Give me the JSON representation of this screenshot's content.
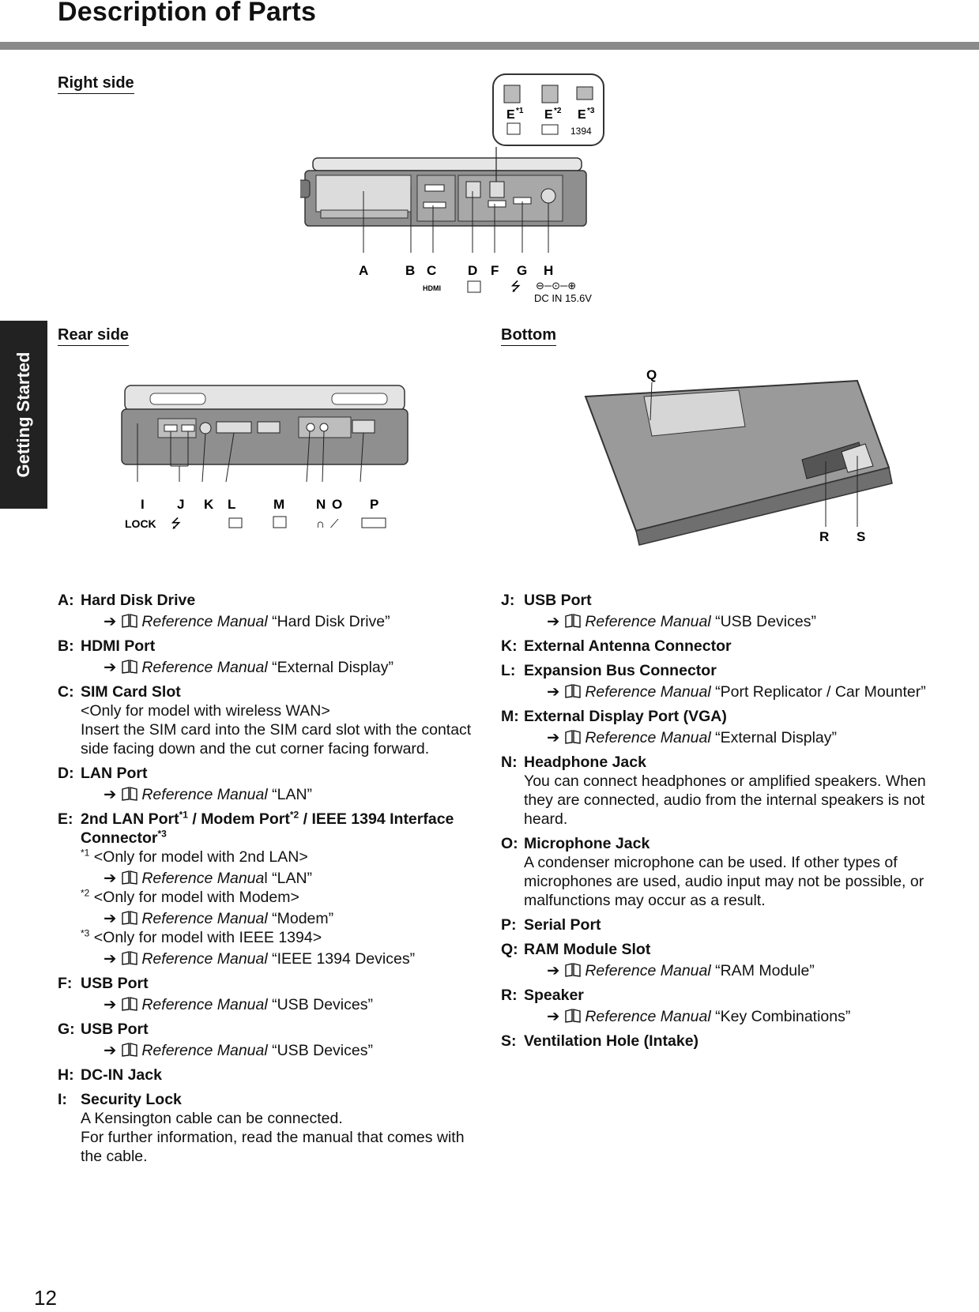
{
  "header": {
    "title": "Description of Parts",
    "side_tab": "Getting Started"
  },
  "page_number": "12",
  "sections": {
    "right_side": "Right side",
    "rear_side": "Rear side",
    "bottom": "Bottom"
  },
  "figures": {
    "right": {
      "callouts": [
        "A",
        "B",
        "C",
        "D",
        "F",
        "G",
        "H"
      ],
      "e1": "E",
      "e1_sup": "*1",
      "e2": "E",
      "e2_sup": "*2",
      "e3": "E",
      "e3_sup": "*3",
      "label_1394": "1394",
      "hdmi": "HDMI",
      "dcin": "DC IN 15.6V"
    },
    "rear": {
      "callouts": [
        "I",
        "J",
        "K",
        "L",
        "M",
        "N",
        "O",
        "P"
      ],
      "lock": "LOCK"
    },
    "bottom": {
      "callouts": [
        "Q",
        "R",
        "S"
      ]
    }
  },
  "ref_prefix": "Reference Manual",
  "ref_prefix_split": {
    "a": "Reference Manua",
    "b": "l"
  },
  "left_entries": {
    "A": {
      "letter": "A:",
      "title": "Hard Disk Drive",
      "ref": "“Hard Disk Drive”"
    },
    "B": {
      "letter": "B:",
      "title": "HDMI Port",
      "ref": "“External Display”"
    },
    "C": {
      "letter": "C:",
      "title": "SIM Card Slot",
      "body1": "<Only for model with wireless WAN>",
      "body2": "Insert the SIM card into the SIM card slot with the contact side facing down and the cut corner facing forward."
    },
    "D": {
      "letter": "D:",
      "title": "LAN Port",
      "ref": "“LAN”"
    },
    "E": {
      "letter": "E:",
      "title_a": "2nd LAN Port",
      "sup1": "*1",
      "title_b": " / Modem Port",
      "sup2": "*2",
      "title_c": " / IEEE 1394 Interface Connector",
      "sup3": "*3",
      "fn1_mark": "*1",
      "fn1": " <Only for model with 2nd LAN>",
      "ref1": "“LAN”",
      "fn2_mark": "*2",
      "fn2": " <Only for model with Modem>",
      "ref2": "“Modem”",
      "fn3_mark": "*3",
      "fn3": " <Only for model with IEEE 1394>",
      "ref3": "“IEEE 1394 Devices”"
    },
    "F": {
      "letter": "F:",
      "title": "USB Port",
      "ref": "“USB Devices”"
    },
    "G": {
      "letter": "G:",
      "title": "USB Port",
      "ref": "“USB Devices”"
    },
    "H": {
      "letter": "H:",
      "title": "DC-IN Jack"
    },
    "I": {
      "letter": "I:",
      "title": "Security Lock",
      "body1": "A Kensington cable can be connected.",
      "body2": "For further information, read the manual that comes with the cable."
    }
  },
  "right_entries": {
    "J": {
      "letter": "J:",
      "title": "USB Port",
      "ref": "“USB Devices”"
    },
    "K": {
      "letter": "K:",
      "title": "External Antenna Connector"
    },
    "L": {
      "letter": "L:",
      "title": "Expansion Bus Connector",
      "ref": "“Port Replicator / Car Mounter”"
    },
    "M": {
      "letter": "M:",
      "title": "External Display Port (VGA)",
      "ref": "“External Display”"
    },
    "N": {
      "letter": "N:",
      "title": "Headphone Jack",
      "body": "You can connect headphones or amplified speakers. When they are connected, audio from the internal speakers is not heard."
    },
    "O": {
      "letter": "O:",
      "title": "Microphone Jack",
      "body": "A condenser microphone can be used. If other types of microphones are used, audio input may not be possible, or malfunctions may occur as a result."
    },
    "P": {
      "letter": "P:",
      "title": "Serial Port"
    },
    "Q": {
      "letter": "Q:",
      "title": "RAM Module Slot",
      "ref": "“RAM Module”"
    },
    "R": {
      "letter": "R:",
      "title": "Speaker",
      "ref": "“Key Combinations”"
    },
    "S": {
      "letter": "S:",
      "title": "Ventilation Hole (Intake)"
    }
  }
}
